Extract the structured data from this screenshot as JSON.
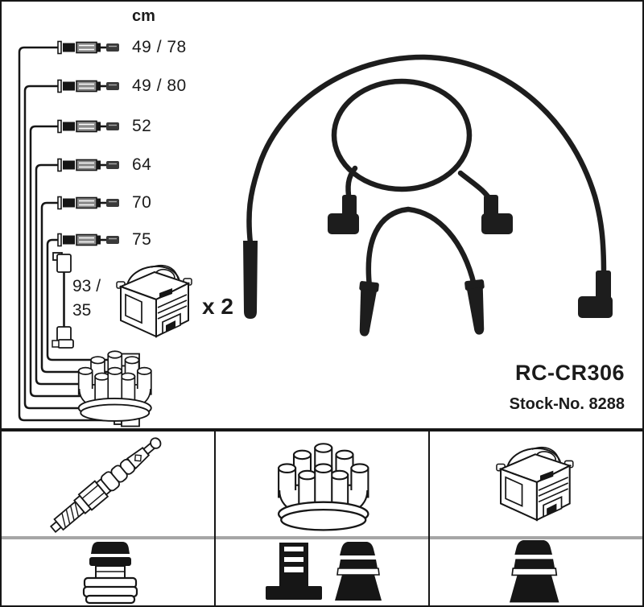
{
  "product": {
    "part_number": "RC-CR306",
    "stock_label": "Stock-No. 8288"
  },
  "length_diagram": {
    "unit": "cm",
    "cable_lengths": [
      "49 / 78",
      "49 / 80",
      "52",
      "64",
      "70",
      "75"
    ],
    "coil_cable_length_line1": "93 /",
    "coil_cable_length_line2": "35",
    "coil_quantity": "x 2"
  },
  "legend": {
    "cells": [
      {
        "icon": "spark-plug-icon"
      },
      {
        "icon": "distributor-cap-icon"
      },
      {
        "icon": "ignition-coil-icon"
      },
      {
        "icon": "plug-boot-ribbed-icon"
      },
      {
        "icons": [
          "distributor-terminal-icon",
          "plug-boot-tapered-icon"
        ]
      },
      {
        "icon": "plug-boot-tapered-icon"
      }
    ]
  },
  "colors": {
    "background": "#ffffff",
    "ink": "#161616",
    "cable_photo": "#1d1d1d",
    "divider_gray": "#a6a6a6"
  }
}
